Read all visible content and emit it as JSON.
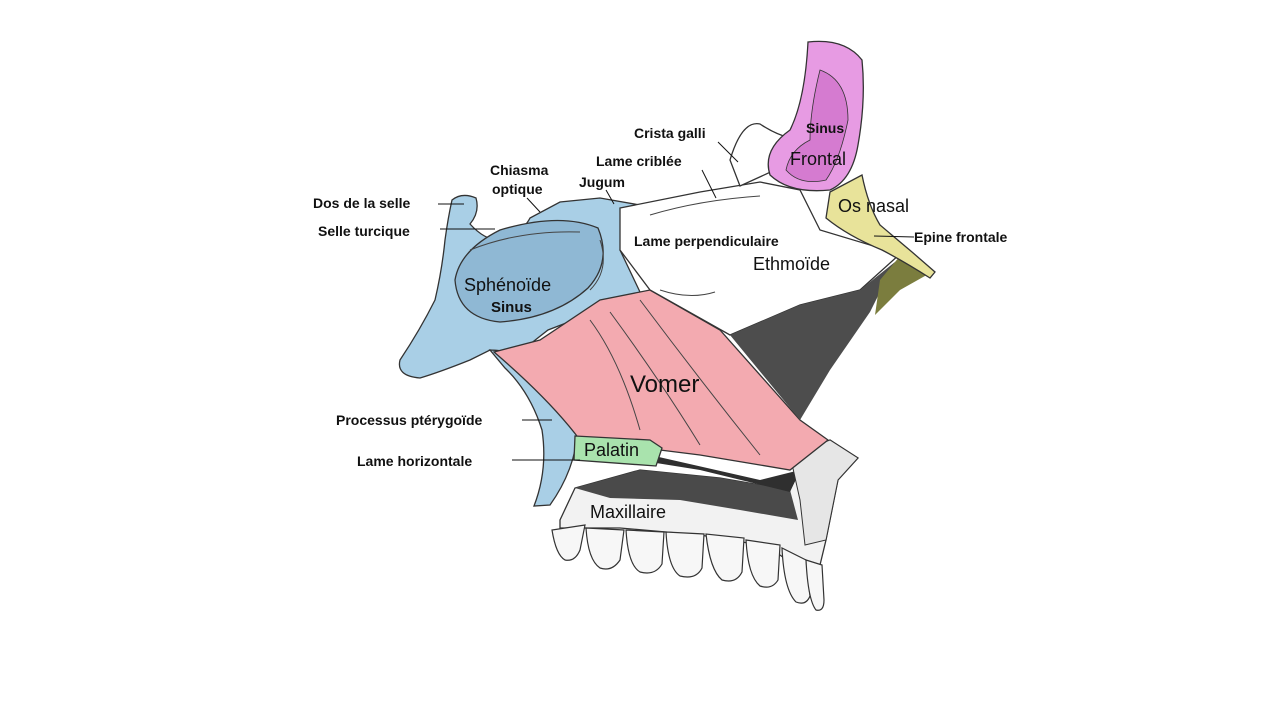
{
  "colors": {
    "sphenoid": "#a9cfe6",
    "sphenoid_sinus": "#8fb8d4",
    "frontal": "#e79be3",
    "frontal_sinus": "#d57bd0",
    "nasal": "#e8e39a",
    "vomer": "#f3aab0",
    "palatine": "#a9e3ad",
    "maxilla_dark": "#3a3a3a",
    "cartilage": "#7b7d3e"
  },
  "labels": {
    "dos_de_la_selle": "Dos de la selle",
    "selle_turcique": "Selle turcique",
    "chiasma_line1": "Chiasma",
    "chiasma_line2": "optique",
    "jugum": "Jugum",
    "lame_criblee": "Lame criblée",
    "crista_galli": "Crista galli",
    "sinus_frontal_small": "Sinus",
    "frontal": "Frontal",
    "os_nasal": "Os nasal",
    "epine_frontale": "Epine frontale",
    "lame_perpendiculaire": "Lame perpendiculaire",
    "ethmoide": "Ethmoïde",
    "sphenoide": "Sphénoïde",
    "sinus_sphenoide": "Sinus",
    "vomer": "Vomer",
    "processus_pterygoide": "Processus ptérygoïde",
    "palatin": "Palatin",
    "lame_horizontale": "Lame horizontale",
    "maxillaire": "Maxillaire"
  }
}
